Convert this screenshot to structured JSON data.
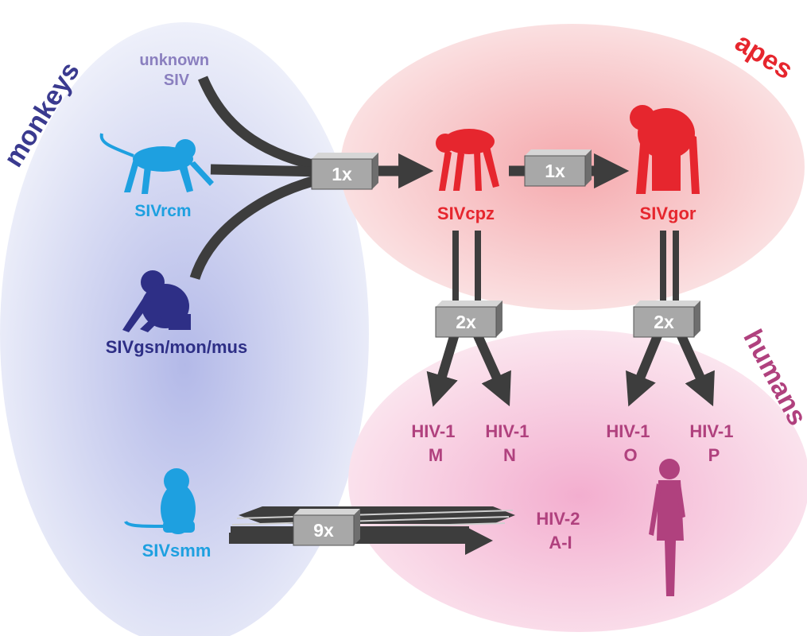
{
  "groups": {
    "monkeys": "monkeys",
    "apes": "apes",
    "humans": "humans"
  },
  "nodes": {
    "unknown_siv": [
      "unknown",
      "SIV"
    ],
    "sivrcm": "SIVrcm",
    "sivgsn": "SIVgsn/mon/mus",
    "sivsmm": "SIVsmm",
    "sivcpz": "SIVcpz",
    "sivgor": "SIVgor",
    "hiv1m": [
      "HIV-1",
      "M"
    ],
    "hiv1n": [
      "HIV-1",
      "N"
    ],
    "hiv1o": [
      "HIV-1",
      "O"
    ],
    "hiv1p": [
      "HIV-1",
      "P"
    ],
    "hiv2": [
      "HIV-2",
      "A-I"
    ]
  },
  "transmissions": {
    "monkeys_to_cpz": "1x",
    "cpz_to_gor": "1x",
    "cpz_to_humans": "2x",
    "gor_to_humans": "2x",
    "smm_to_humans": "9x"
  },
  "colors": {
    "monkeys_title": "#3a3a8f",
    "unknown": "#8a7fbf",
    "rcm": "#1ea0e0",
    "gsn": "#2e2f86",
    "smm": "#1ea0e0",
    "apes": "#e6262e",
    "humans": "#b0417e",
    "arrow": "#3d3d3d",
    "box": "#a8a8a8"
  },
  "icons": {
    "monkey_rcm": "monkey-silhouette-icon",
    "monkey_gsn": "crouching-monkey-silhouette-icon",
    "monkey_smm": "sitting-monkey-silhouette-icon",
    "chimp": "chimpanzee-silhouette-icon",
    "gorilla": "gorilla-silhouette-icon",
    "human": "human-silhouette-icon"
  }
}
